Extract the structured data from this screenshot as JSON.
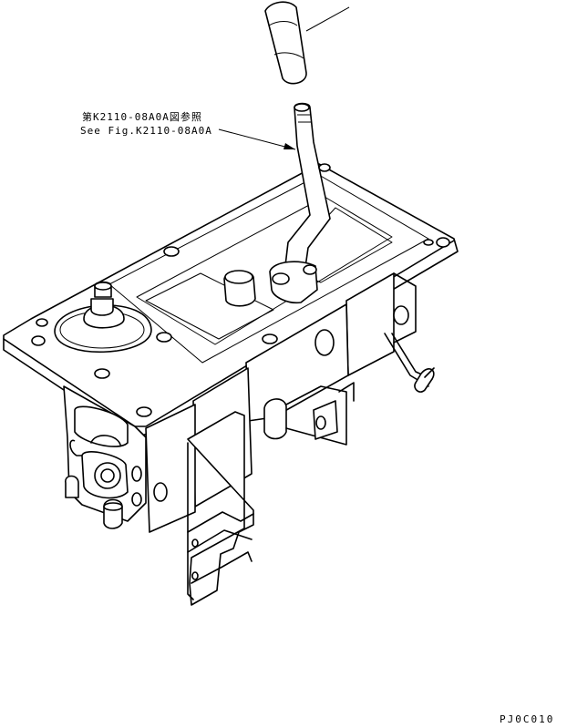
{
  "callout": {
    "japanese": "第K2110-08A0A図参照",
    "english": "See Fig.K2110-08A0A"
  },
  "drawing_code": "PJ0C010"
}
